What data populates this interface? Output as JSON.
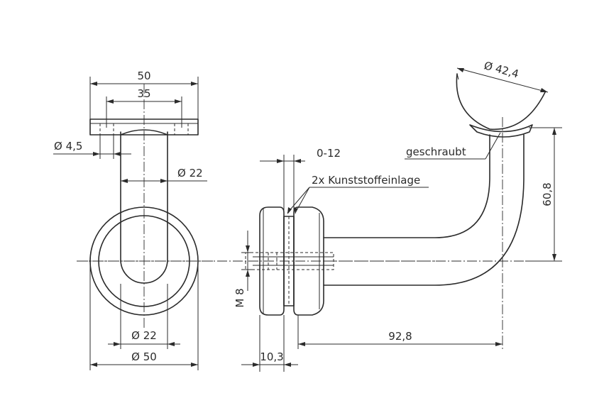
{
  "labels": {
    "width_50": "50",
    "width_35": "35",
    "hole_dia": "Ø 4,5",
    "tube_dia_top": "Ø 22",
    "tube_dia_bottom": "Ø 22",
    "disc_dia": "Ø 50",
    "gap": "0-12",
    "insert_note": "2x Kunststoffeinlage",
    "screwed_note": "geschraubt",
    "rail_dia": "Ø 42,4",
    "height": "60,8",
    "thread": "M 8",
    "thickness": "10,3",
    "length": "92,8"
  }
}
